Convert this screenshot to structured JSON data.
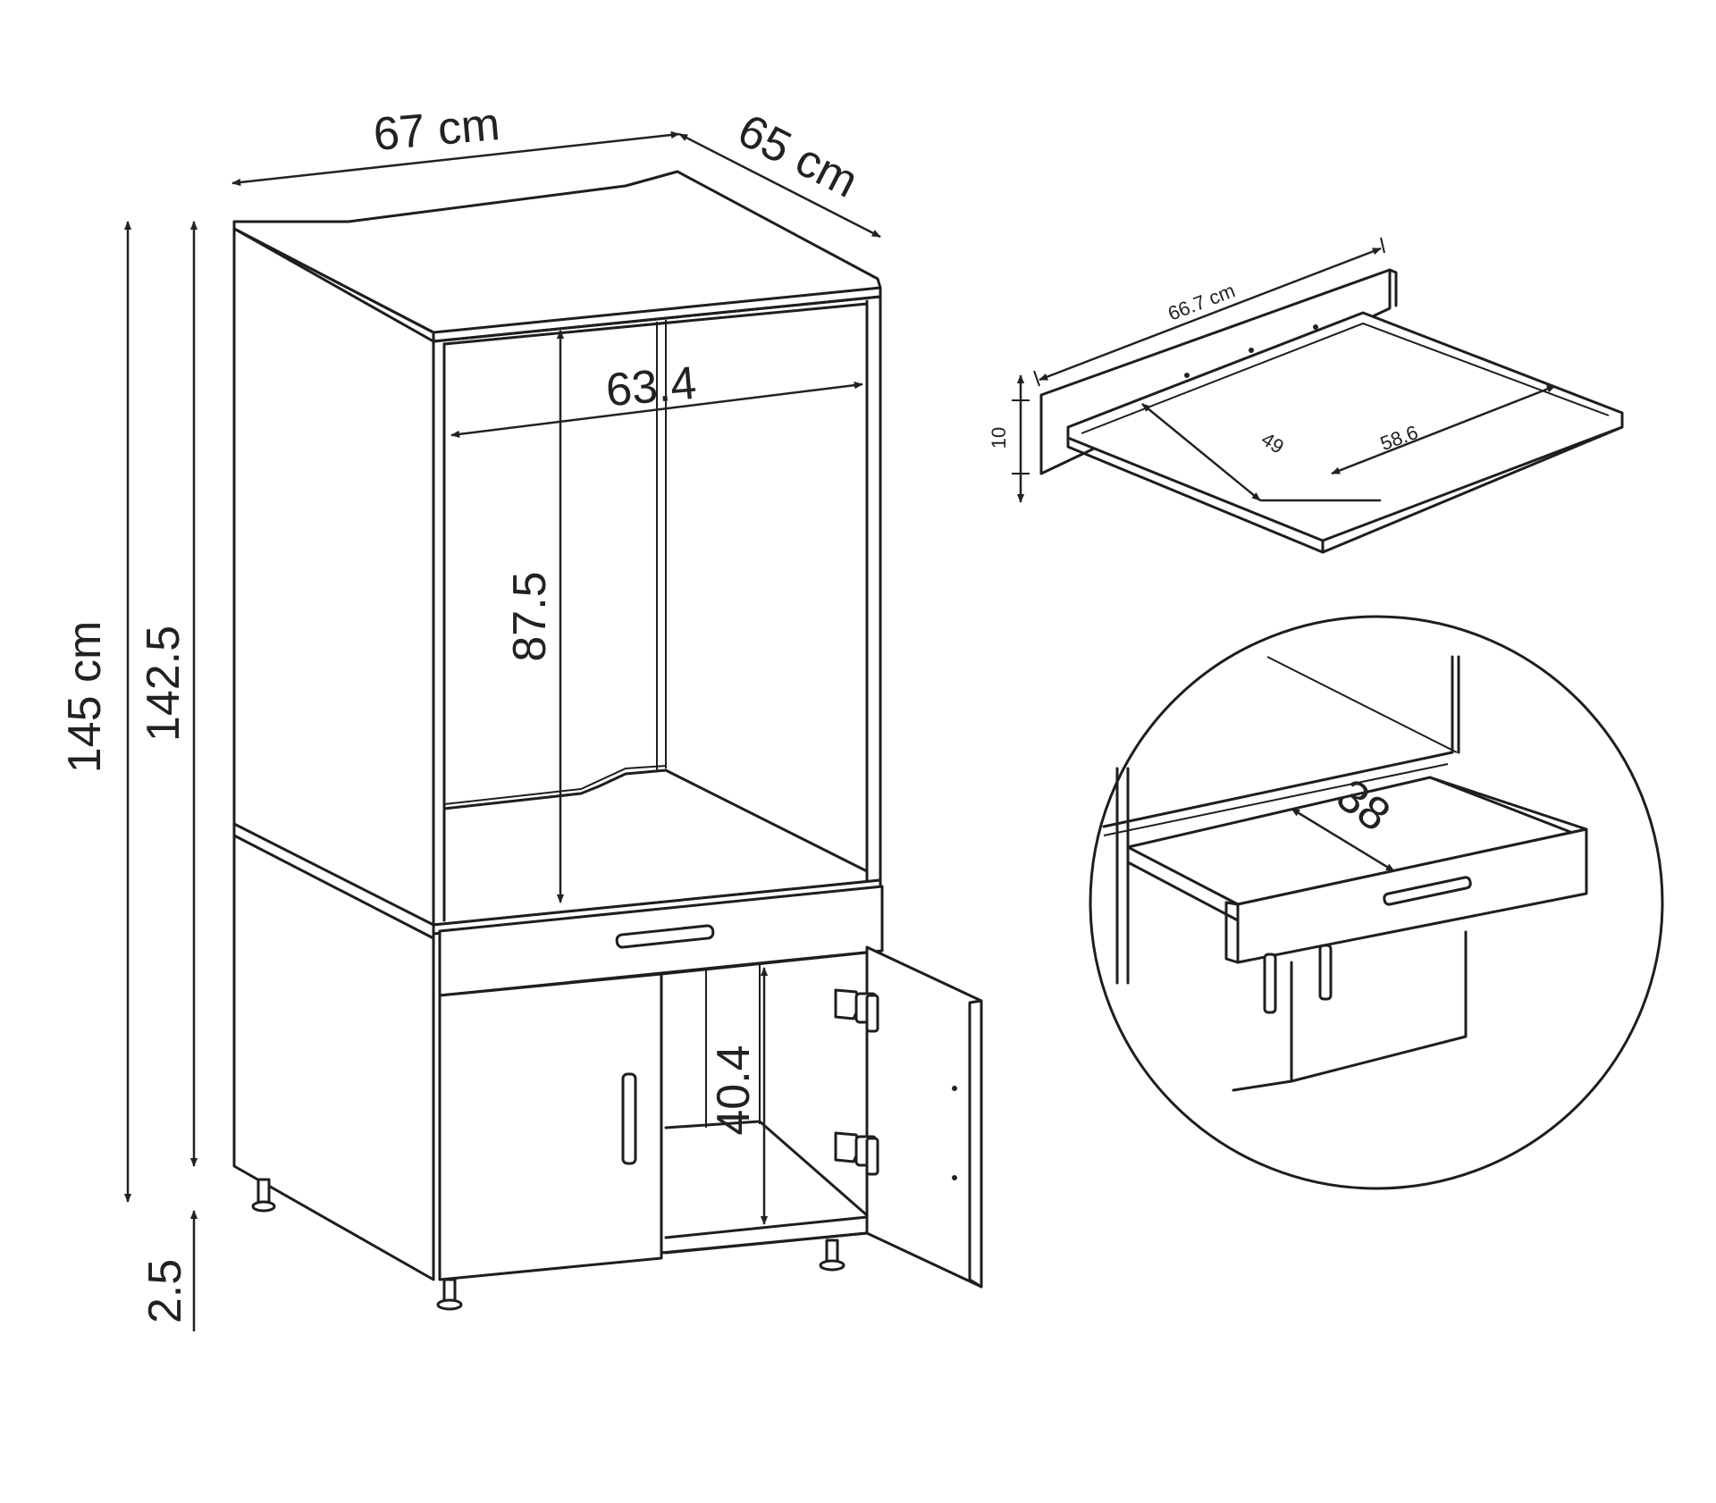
{
  "diagram": {
    "main_cabinet": {
      "width_label": "67 cm",
      "depth_label": "65 cm",
      "total_height_label": "145 cm",
      "body_height_label": "142.5",
      "leg_height_label": "2.5",
      "niche_width_label": "63.4",
      "niche_height_label": "87.5",
      "lower_compartment_height_label": "40.4"
    },
    "shelf_detail": {
      "width_label": "66.7 cm",
      "thickness_label": "10",
      "depth_label_left": "49",
      "depth_label_right": "58.6"
    },
    "drawer_detail": {
      "depth_label": "38"
    }
  }
}
